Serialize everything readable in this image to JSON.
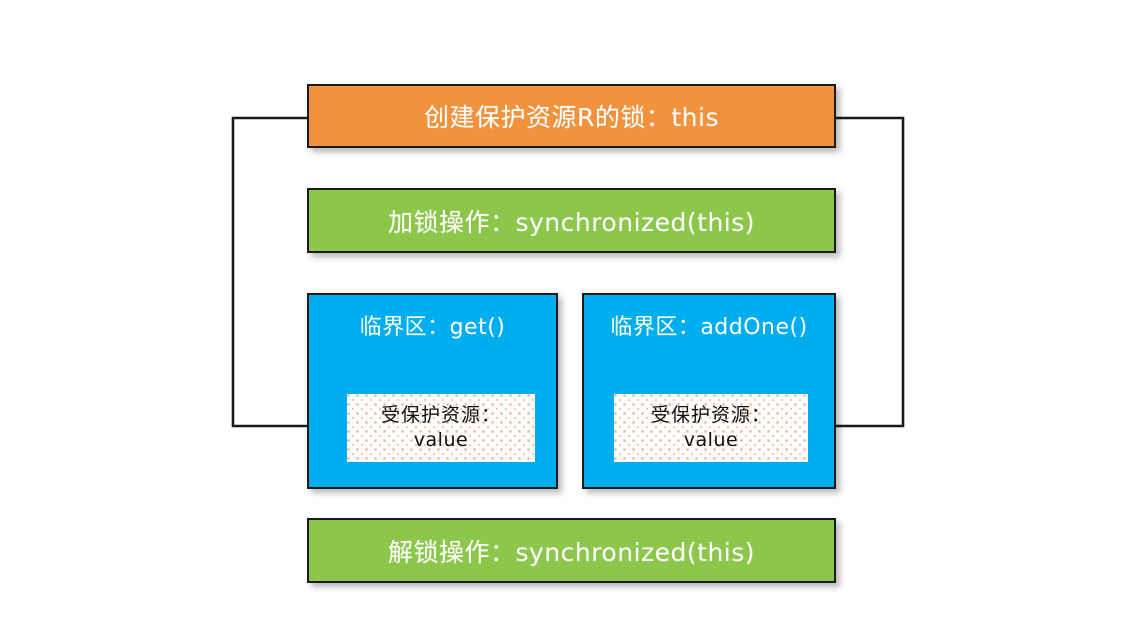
{
  "diagram": {
    "title": "synchronized lock diagram",
    "colors": {
      "orange": "#F2923C",
      "green": "#8CC64B",
      "blue": "#00AEEF",
      "outline": "#1a1a1a",
      "background": "#FFFFFF",
      "resource_dots": "#F0A070"
    },
    "nodes": {
      "lock_create": "创建保护资源R的锁：this",
      "lock_acquire": "加锁操作：synchronized(this)",
      "lock_release": "解锁操作：synchronized(this)",
      "critical_section_get": "临界区：get()",
      "critical_section_addone": "临界区：addOne()",
      "resource_label": "受保护资源：",
      "resource_value": "value"
    },
    "connectors": [
      {
        "name": "lock-to-get-resource",
        "from": "lock_create",
        "to": "resource_box_get",
        "arrow": "right"
      },
      {
        "name": "lock-to-addone-resource",
        "from": "lock_create",
        "to": "resource_box_addone",
        "arrow": "left"
      }
    ]
  }
}
